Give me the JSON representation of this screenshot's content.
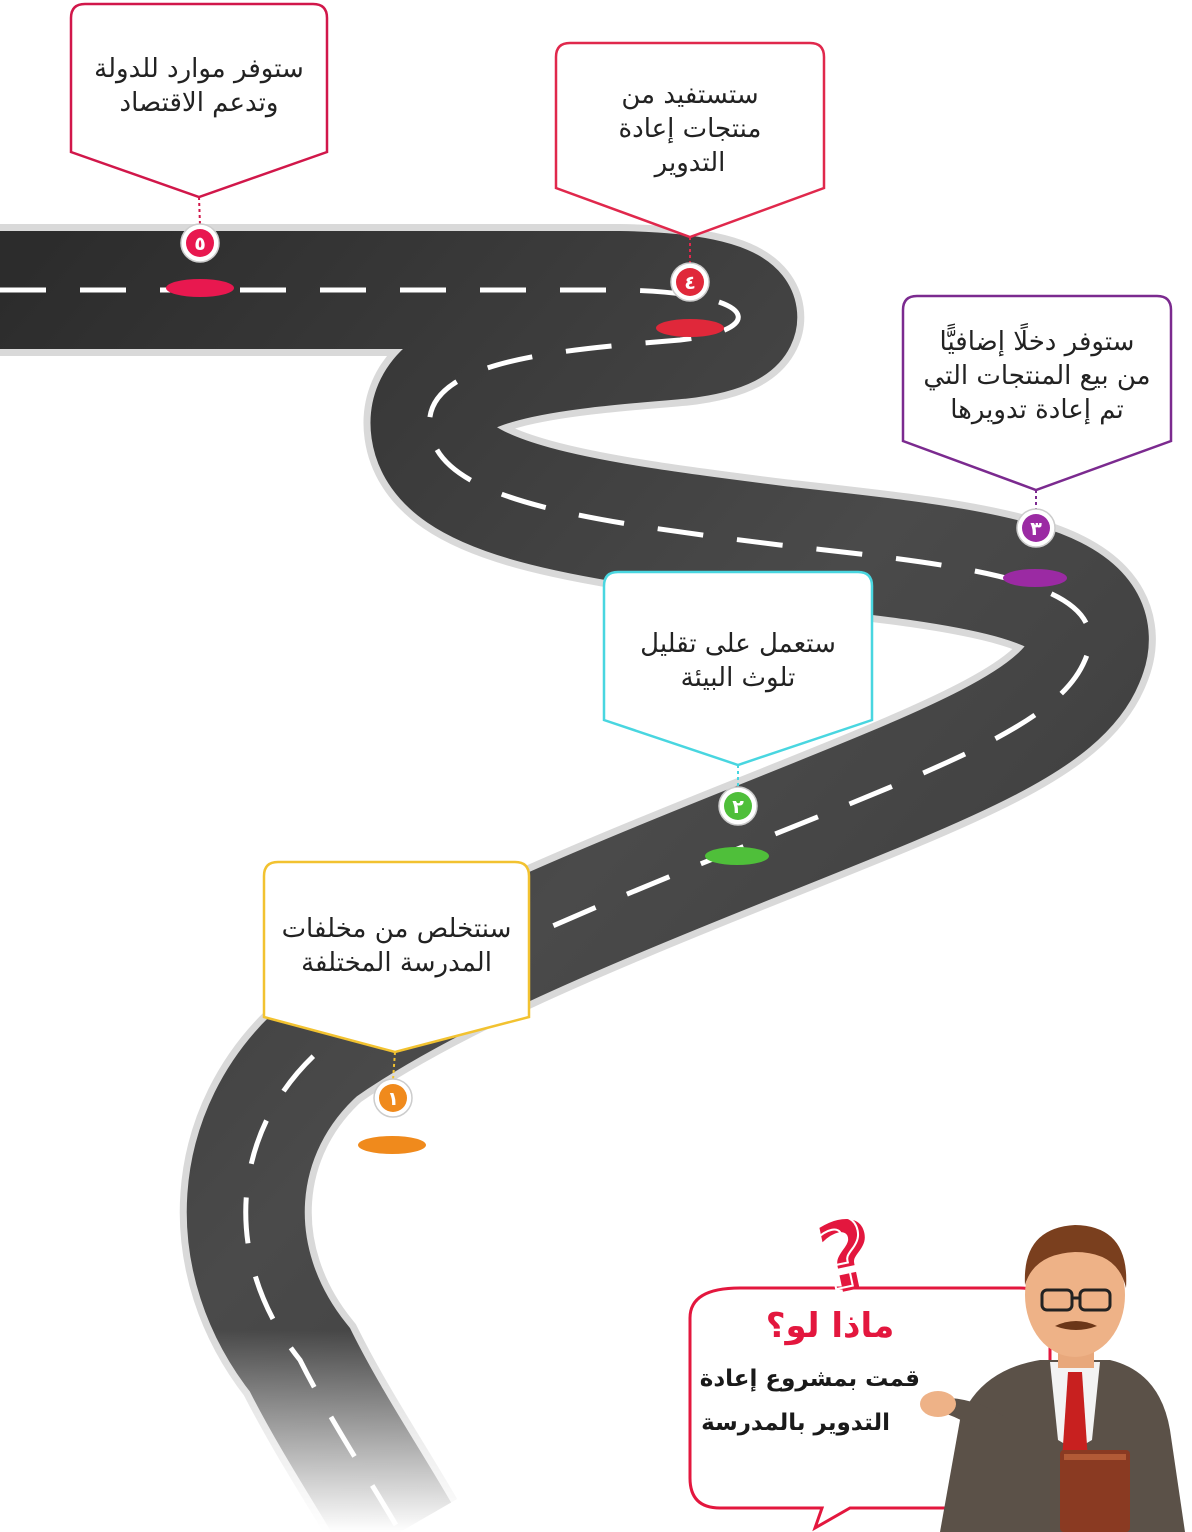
{
  "stages": [
    {
      "number": "١",
      "lines": [
        "سنتخلص من مخلفات",
        "المدرسة المختلفة"
      ],
      "color": "#f08a1c"
    },
    {
      "number": "٢",
      "lines": [
        "ستعمل على تقليل",
        "تلوث البيئة"
      ],
      "color": "#4fbf3a"
    },
    {
      "number": "٣",
      "lines": [
        "ستوفر دخلًا إضافيًّا",
        "من بيع المنتجات التي",
        "تم إعادة تدويرها"
      ],
      "color": "#9b2aa3"
    },
    {
      "number": "٤",
      "lines": [
        "ستستفيد من",
        "منتجات إعادة",
        "التدوير"
      ],
      "color": "#e0283a"
    },
    {
      "number": "٥",
      "lines": [
        "ستوفر موارد للدولة",
        "وتدعم الاقتصاد"
      ],
      "color": "#e8184f"
    }
  ],
  "teacher_bubble": {
    "title": "ماذا لو؟",
    "line1": "قمت بمشروع إعادة",
    "line2": "التدوير بالمدرسة",
    "question_mark": "؟",
    "accent": "#e3173e"
  },
  "colors": {
    "road": "#3d3d3d",
    "road_edge": "#e6e6e6",
    "lane": "#ffffff",
    "box1": "#f2c230",
    "box2": "#49d6e0",
    "box3": "#7b2a8f",
    "box4": "#e0284c",
    "box5": "#d1174a"
  },
  "icons": [
    "teacher-illustration",
    "question-mark-icon"
  ]
}
